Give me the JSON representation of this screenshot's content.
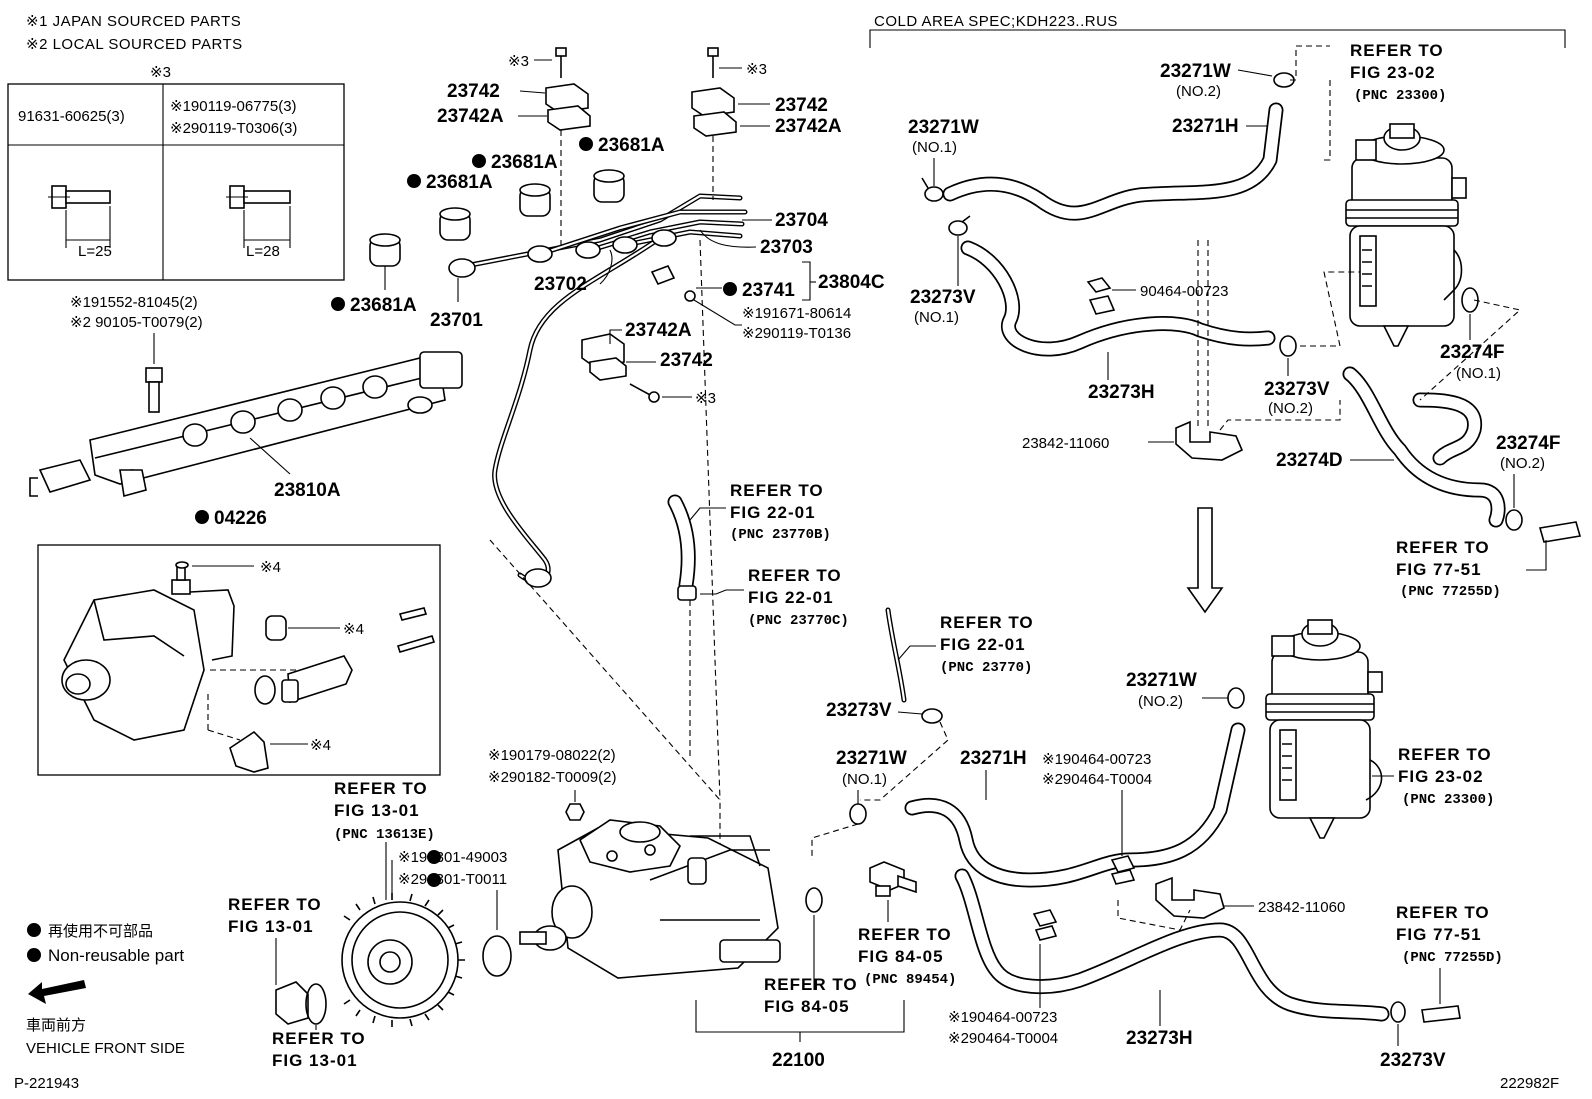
{
  "header": {
    "note_japan": "※1 JAPAN SOURCED PARTS",
    "note_local": "※2 LOCAL SOURCED PARTS",
    "cold_area": "COLD AREA SPEC;KDH223..RUS"
  },
  "bolt_table": {
    "mark": "※3",
    "left_part": "91631-60625(3)",
    "right_part_1": "※190119-06775(3)",
    "right_part_2": "※290119-T0306(3)",
    "left_length": "L=25",
    "right_length": "L=28"
  },
  "labels": {
    "p23742_a": "23742",
    "p23742A_a": "23742A",
    "p23742_b": "23742",
    "p23742A_b": "23742A",
    "p23742A_c": "23742A",
    "p23742_c": "23742",
    "p23681A_1": "23681A",
    "p23681A_2": "23681A",
    "p23681A_3": "23681A",
    "p23681A_4": "23681A",
    "p23704": "23704",
    "p23703": "23703",
    "p23702": "23702",
    "p23701": "23701",
    "p23741": "23741",
    "p23804C": "23804C",
    "p23741_bolt_1": "※191671-80614",
    "p23741_bolt_2": "※290119-T0136",
    "p23810A": "23810A",
    "rail_bolt_1": "※191552-81045(2)",
    "rail_bolt_2": "※2 90105-T0079(2)",
    "p04226": "04226",
    "mark3": "※3",
    "mark4": "※4",
    "p22100": "22100",
    "pump_nut_1": "※190179-08022(2)",
    "pump_nut_2": "※290182-T0009(2)",
    "gear_nut_1": "※190301-49003",
    "gear_nut_2": "※290301-T0011",
    "p23271W_top": "23271W",
    "no2": "(NO.2)",
    "p23271H_top": "23271H",
    "p23271W_left": "23271W",
    "no1": "(NO.1)",
    "p23273V_left": "23273V",
    "p90464_00723_top": "90464-00723",
    "p23273H_top": "23273H",
    "p23273V_mid": "23273V",
    "p23842_top": "23842-11060",
    "p23274F_1": "23274F",
    "p23274D": "23274D",
    "p23274F_2": "23274F",
    "p23271W_lower_r": "23271W",
    "p23273V_lower_l": "23273V",
    "p23271W_lower_l": "23271W",
    "p23271H_lower": "23271H",
    "clip_lower_1": "※190464-00723",
    "clip_lower_2": "※290464-T0004",
    "p23842_lower": "23842-11060",
    "clip_bottom_1": "※190464-00723",
    "clip_bottom_2": "※290464-T0004",
    "p23273H_lower": "23273H",
    "p23273V_bottom": "23273V"
  },
  "refs": {
    "r1_line1": "REFER TO",
    "r1_line2": "FIG 23-02",
    "r1_line3": "(PNC 23300)",
    "r2_line1": "REFER TO",
    "r2_line2": "FIG 77-51",
    "r2_line3": "(PNC 77255D)",
    "r3_line1": "REFER TO",
    "r3_line2": "FIG 22-01",
    "r3_line3": "(PNC 23770B)",
    "r4_line1": "REFER TO",
    "r4_line2": "FIG 22-01",
    "r4_line3": "(PNC 23770C)",
    "r5_line1": "REFER TO",
    "r5_line2": "FIG 22-01",
    "r5_line3": "(PNC 23770)",
    "r6_line1": "REFER TO",
    "r6_line2": "FIG 23-02",
    "r6_line3": "(PNC 23300)",
    "r7_line1": "REFER TO",
    "r7_line2": "FIG 13-01",
    "r7_line3": "(PNC 13613E)",
    "r8_line1": "REFER TO",
    "r8_line2": "FIG 13-01",
    "r9_line1": "REFER TO",
    "r9_line2": "FIG 84-05",
    "r9_line3": "(PNC 89454)",
    "r10_line1": "REFER TO",
    "r10_line2": "FIG 84-05",
    "r11_line1": "REFER TO",
    "r11_line2": "FIG 77-51",
    "r11_line3": "(PNC 77255D)",
    "r12_line1": "REFER TO",
    "r12_line2": "FIG 13-01"
  },
  "legend": {
    "jp_nonreuse": "再使用不可部品",
    "en_nonreuse": "Non-reusable part",
    "jp_front": "車両前方",
    "en_front": "VEHICLE FRONT SIDE"
  },
  "footer": {
    "left_code": "P-221943",
    "right_code": "222982F"
  },
  "icons": {
    "nonreuse_marker": "filled-circle-icon",
    "front_arrow": "arrow-left-icon",
    "direction_arrow": "arrow-down-icon"
  },
  "colors": {
    "ink": "#000000",
    "paper": "#ffffff"
  }
}
